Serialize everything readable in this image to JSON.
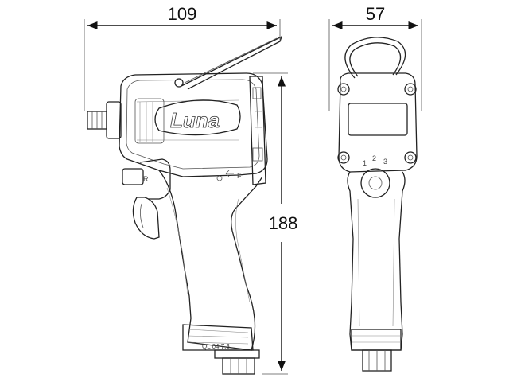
{
  "dimensions": {
    "length": "109",
    "width": "57",
    "height": "188"
  },
  "labels": {
    "brand_logo": "Luna",
    "direction_marker": "F",
    "reverse_marker": "R",
    "speed_settings": [
      "1",
      "2",
      "3"
    ],
    "grip_code": "QL 04.7.3"
  },
  "colors": {
    "line": "#222222",
    "background": "#ffffff"
  }
}
